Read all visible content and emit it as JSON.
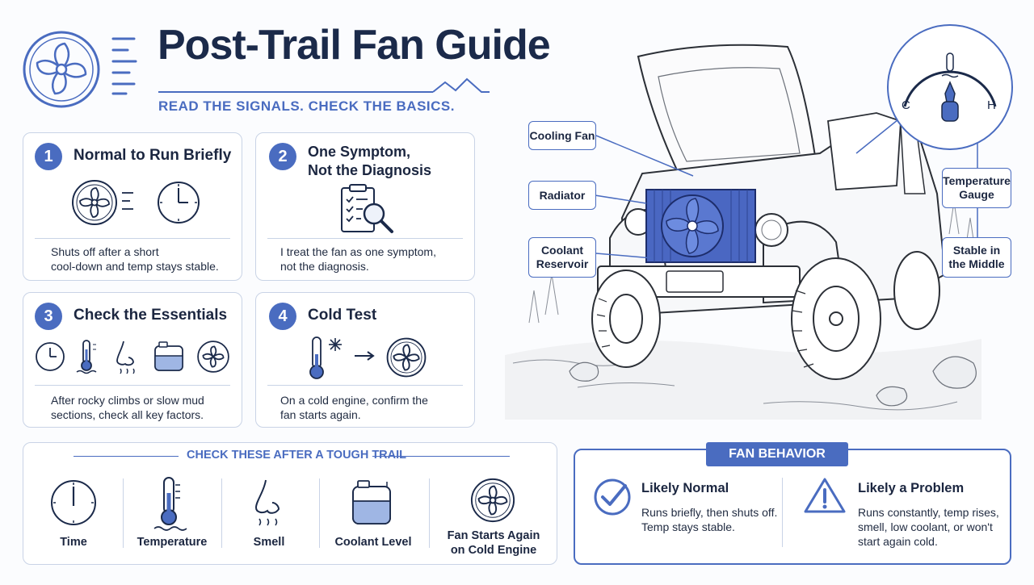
{
  "header": {
    "title": "Post-Trail Fan Guide",
    "subtitle": "READ THE SIGNALS. CHECK THE BASICS."
  },
  "cards": [
    {
      "number": "1",
      "title": "Normal to Run Briefly",
      "text_line1": "Shuts off after a short",
      "text_line2": "cool-down and temp stays stable."
    },
    {
      "number": "2",
      "title_line1": "One Symptom,",
      "title_line2": "Not the Diagnosis",
      "text_line1": "I treat the fan as one symptom,",
      "text_line2": "not the diagnosis."
    },
    {
      "number": "3",
      "title": "Check the Essentials",
      "text_line1": "After rocky climbs or slow mud",
      "text_line2": "sections, check all key factors."
    },
    {
      "number": "4",
      "title": "Cold Test",
      "text_line1": "On a cold engine, confirm the",
      "text_line2": "fan starts again."
    }
  ],
  "checklist": {
    "heading": "CHECK THESE AFTER A TOUGH TRAIL",
    "items": [
      {
        "label": "Time",
        "icon": "clock-icon"
      },
      {
        "label": "Temperature",
        "icon": "thermometer-icon"
      },
      {
        "label": "Smell",
        "icon": "nose-icon"
      },
      {
        "label": "Coolant Level",
        "icon": "coolant-tank-icon"
      },
      {
        "label_line1": "Fan Starts Again",
        "label_line2": "on Cold Engine",
        "icon": "fan-icon"
      }
    ]
  },
  "behavior": {
    "heading": "FAN BEHAVIOR",
    "normal": {
      "title": "Likely Normal",
      "text_line1": "Runs briefly, then shuts off.",
      "text_line2": "Temp stays stable."
    },
    "problem": {
      "title": "Likely a Problem",
      "text_line1": "Runs constantly, temp rises,",
      "text_line2": "smell, low coolant, or won't",
      "text_line3": "start again cold."
    }
  },
  "diagram_labels": {
    "cooling_fan": "Cooling Fan",
    "radiator": "Radiator",
    "coolant_line1": "Coolant",
    "coolant_line2": "Reservoir",
    "temp_line1": "Temperature",
    "temp_line2": "Gauge",
    "stable_line1": "Stable in",
    "stable_line2": "the Middle",
    "gauge_cold": "C",
    "gauge_hot": "H"
  },
  "colors": {
    "accent": "#4a6cc0",
    "navy": "#1b2a4a",
    "border": "#c9d3e6"
  }
}
